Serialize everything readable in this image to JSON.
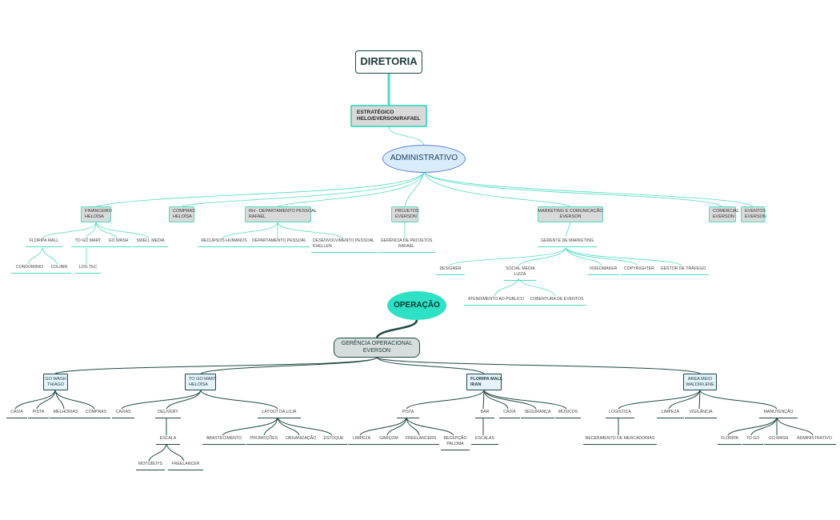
{
  "colors": {
    "teal": "#4ddcc4",
    "dark": "#1e4a44",
    "grey_fill": "#d9d9d9",
    "blue_fill": "#e4f3fb",
    "op_fill": "#2ee0c4",
    "admin_fill": "#d8ecfb"
  },
  "root": {
    "label": "DIRETORIA"
  },
  "strategic": {
    "line1": "ESTRATÉGICO",
    "line2": "HELO/EVERSON/RAFAEL"
  },
  "administrativo": {
    "label": "ADMINISTRATIVO",
    "financeiro": {
      "line1": "FINANCEIRO",
      "line2": "HELOÍSA",
      "floripa": "FLORIPA MALL",
      "togo": "TO GO MART",
      "gowash": "GO WASH",
      "swell": "SWELL MEDIA",
      "condominio": "CONDOMINIO",
      "colibri": "COLIBRI",
      "logtec": "LOG TEC"
    },
    "compras": {
      "line1": "COMPRAS",
      "line2": "HELOÍSA"
    },
    "rh": {
      "line1": "RH - DEPARTAMENTO PESSOAL",
      "line2": "RAFAEL",
      "recursos": "RECURSOS HUMANOS",
      "departamento": "DEPARTAMENTO PESSOAL",
      "desenvolvimento1": "DESENVOLVIMENTO PESSOAL",
      "desenvolvimento2": "KHELLEN"
    },
    "projetos": {
      "line1": "PROJETOS",
      "line2": "EVERSON",
      "gerencia1": "GERÊNCIA DE PROJETOS",
      "gerencia2": "RAFAEL"
    },
    "marketing": {
      "line1": "MARKETING E COMUNICAÇÃO",
      "line2": "EVERSON",
      "gerente": "GERENTE DE MARKETING",
      "designer": "DESIGNER",
      "social1": "SOCIAL MEDIA",
      "social2": "LUIZA",
      "videomaker": "VIDEOMAKER",
      "copywriter": "COPYRIGHTER",
      "gestor": "GESTOR DE TRÁFEGO",
      "atendimento": "ATENDIMENTO AO PUBLICO",
      "cobertura": "COBERTURA DE EVENTOS"
    },
    "comercial": {
      "line1": "COMERCIAL",
      "line2": "EVERSON"
    },
    "eventos": {
      "line1": "EVENTOS",
      "line2": "EVERSON"
    }
  },
  "operacao": {
    "label": "OPERAÇÃO",
    "gerencia": {
      "line1": "GERÊNCIA OPERACIONAL",
      "line2": "EVERSON"
    },
    "gowash": {
      "line1": "GO WASH",
      "line2": "THIAGO",
      "caixa": "CAIXA",
      "pista": "PISTA",
      "melhorias": "MELHORIAS",
      "compras": "COMPRAS"
    },
    "togo": {
      "line1": "TO GO MART",
      "line2": "HELOÍSA",
      "caixas": "CAIXAS",
      "delivery": "DELIVERY",
      "escala": "ESCALA",
      "motoboys": "MOTOBOYS",
      "freelancer": "FREELANCER",
      "layout": "LAYOUT DA LOJA",
      "abastecimento": "ABASTECIMENTO",
      "promocoes": "PROMOÇÕES",
      "organizacao": "ORGANIZAÇÃO",
      "estoque": "ESTOQUE"
    },
    "floripa": {
      "line1": "FLORIPA MALL",
      "line2": "IRAN",
      "pista": "PISTA",
      "bar": "BAR",
      "caixa": "CAIXA",
      "seguranca": "SEGURANÇA",
      "musicos": "MÚSICOS",
      "limpeza": "LIMPEZA",
      "garcom": "GARÇOM",
      "freelancers": "FREELANCERS",
      "recepcao1": "RECEPÇÃO",
      "recepcao2": "PALOMA",
      "escalas": "ESCALAS"
    },
    "area": {
      "line1": "AREA MEIO",
      "line2": "WALDIRLENE",
      "logistica": "LOGÍSTICA",
      "limpeza": "LIMPEZA",
      "vigilancia": "VIGILÂNCIA",
      "manutencao": "MANUTENÇÃO",
      "recebimento": "RECEBIMENTO DE MERCADORIAS",
      "floripa": "FLORIPA",
      "togo": "TO GO",
      "gowash": "GO WASH",
      "administrativo": "ADMINISTRATIVO"
    }
  }
}
